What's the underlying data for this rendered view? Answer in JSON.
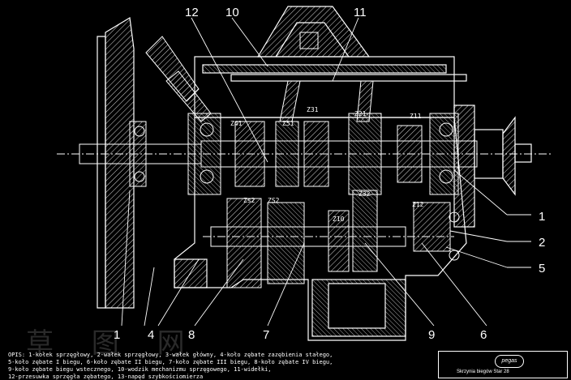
{
  "drawing": {
    "callouts_top": [
      "12",
      "10",
      "11"
    ],
    "callouts_right": [
      "1",
      "2",
      "5"
    ],
    "callouts_bottom": [
      "1",
      "4",
      "8",
      "7",
      "9",
      "6"
    ],
    "gear_labels": [
      "Z41",
      "Z51",
      "Z31",
      "Z21",
      "Z11",
      "Zs2",
      "ZS2",
      "Z32",
      "Z10",
      "Z12"
    ],
    "legend": "OPIS: 1-kołek sprzęgłowy, 2-wałek sprzęgłowy, 3-wałek główny, 4-koło zębate zazębienia stałego,\n5-koło zębate I biegu, 6-koło zębate II biegu, 7-koło zębate III biegu, 8-koło zębate IV biegu,\n9-koło zębate biegu wstecznego, 10-wodzik mechanizmu sprzęgowego, 11-widełki,\n12-przesuwka sprzęgła zębatego, 13-napęd szybkościomierza",
    "watermark": "草 图 网",
    "title_block": {
      "logo": "pegas",
      "title": "Skrzynia biegów Star 28"
    }
  },
  "colors": {
    "background": "#000000",
    "line": "#ffffff",
    "hatch": "#d8d8d8"
  }
}
